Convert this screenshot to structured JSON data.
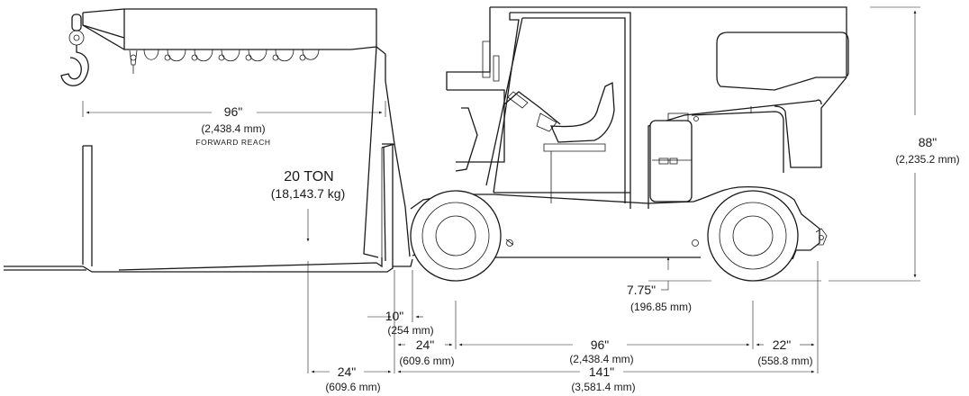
{
  "dimensions": {
    "forward_reach": {
      "value": "96\"",
      "metric": "(2,438.4 mm)",
      "caption": "FORWARD REACH"
    },
    "capacity": {
      "value": "20 TON",
      "metric": "(18,143.7 kg)"
    },
    "height": {
      "value": "88\"",
      "metric": "(2,235.2 mm)"
    },
    "ground_clearance": {
      "value": "7.75\"",
      "metric": "(196.85 mm)"
    },
    "fork_to_wheel": {
      "value": "10\"",
      "metric": "(254 mm)"
    },
    "front_overhang": {
      "value": "24\"",
      "metric": "(609.6 mm)"
    },
    "wheelbase": {
      "value": "96\"",
      "metric": "(2,438.4 mm)"
    },
    "rear_overhang": {
      "value": "22\"",
      "metric": "(558.8 mm)"
    },
    "load_center": {
      "value": "24\"",
      "metric": "(609.6 mm)"
    },
    "overall_length": {
      "value": "141\"",
      "metric": "(3,581.4 mm)"
    }
  }
}
